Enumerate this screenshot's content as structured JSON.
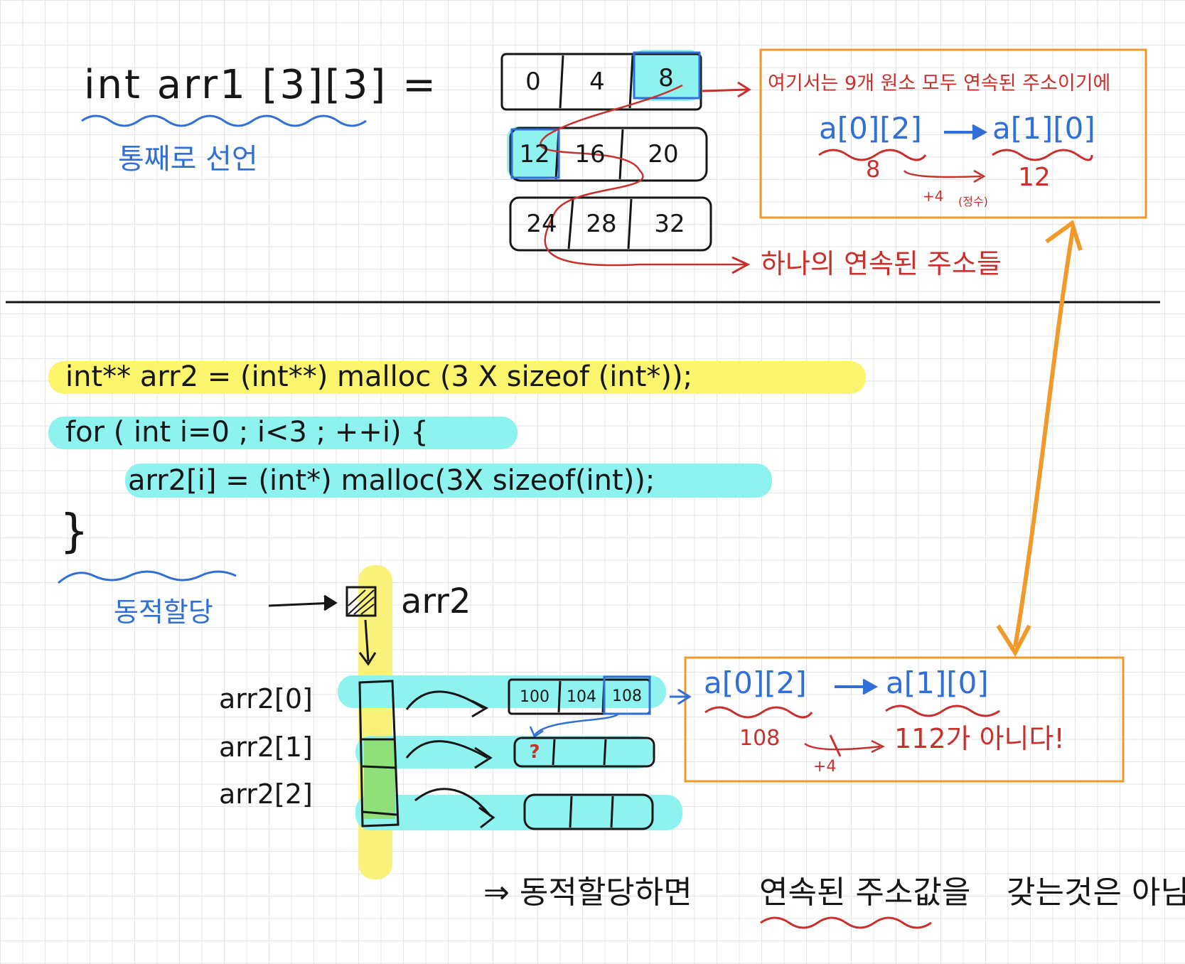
{
  "top": {
    "declaration": "int arr1 [3][3] =",
    "declaration_note": "통째로 선언",
    "arr1_rows": [
      [
        "0",
        "4",
        "8"
      ],
      [
        "12",
        "16",
        "20"
      ],
      [
        "24",
        "28",
        "32"
      ]
    ],
    "note_contiguous_all": "여기서는 9개 원소 모두 연속된 주소이기에",
    "expr_from": "a[0][2]",
    "expr_to": "a[1][0]",
    "value_from": "8",
    "value_to": "12",
    "step": "+4",
    "step_note": "(정수)",
    "note_single_block": "하나의 연속된 주소들"
  },
  "bottom": {
    "code_line1": "int** arr2 = (int**) malloc (3 X sizeof (int*));",
    "code_line2": "for ( int i=0 ; i<3 ; ++i) {",
    "code_line3": "arr2[i] = (int*) malloc(3X sizeof(int));",
    "code_line4": "}",
    "dyn_note": "동적할당",
    "ptr_name": "arr2",
    "row_labels": [
      "arr2[0]",
      "arr2[1]",
      "arr2[2]"
    ],
    "row0_cells": [
      "100",
      "104",
      "108"
    ],
    "row1_first": "?",
    "expr_from": "a[0][2]",
    "expr_to": "a[1][0]",
    "value_from": "108",
    "step": "+4",
    "result": "112가 아니다!",
    "conclusion_lead": "⇒ 동적할당하면",
    "conclusion_underlined": "연속된 주소값을",
    "conclusion_tail": "갖는것은 아님!"
  },
  "colors": {
    "ink": "#161616",
    "blue_pen": "#2f6fd6",
    "red_pen": "#c9302c",
    "orange_box": "#ef9a2a",
    "yellow_highlight": "#fbf56e",
    "cyan_highlight": "#8ef2ef",
    "green_fill": "#8fe07a"
  }
}
